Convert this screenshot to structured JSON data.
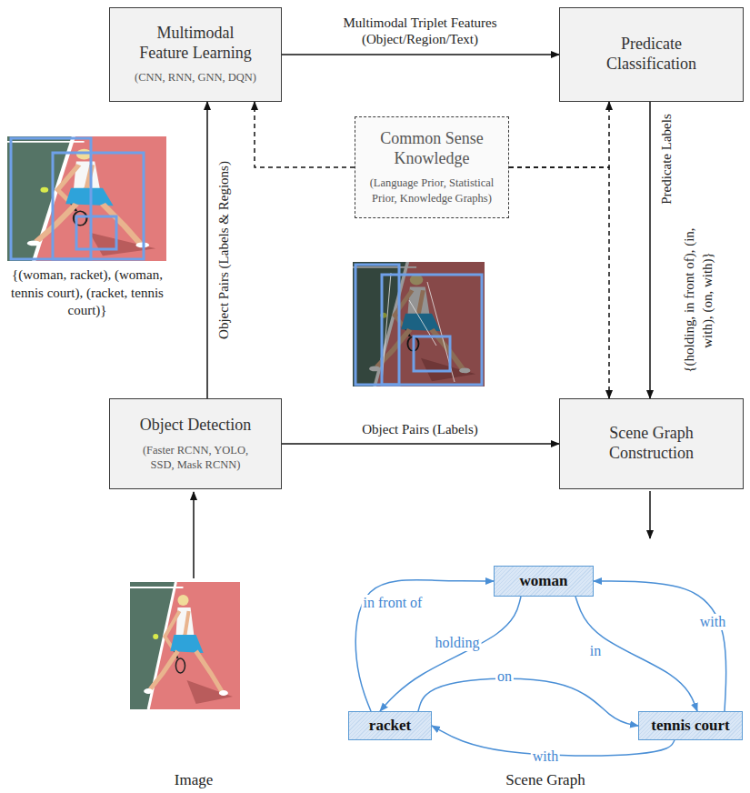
{
  "diagram": {
    "nodes": [
      {
        "text": [
          "Multimodal Feature Learning",
          "(CNN, RNN, GNN, DQN)"
        ]
      },
      {
        "text": [
          "Predicate Classification"
        ]
      },
      {
        "text": [
          "Common Sense Knowledge",
          "(Language Prior, Statistical Prior, Knowledge Graphs)"
        ]
      },
      {
        "text": [
          "Object Detection",
          "(Faster RCNN, YOLO, SSD, Mask RCNN)"
        ]
      },
      {
        "text": [
          "Scene Graph Construction"
        ]
      },
      {
        "text": [
          "woman"
        ]
      },
      {
        "text": [
          "racket"
        ]
      },
      {
        "text": [
          "tennis court"
        ]
      }
    ],
    "edges": [
      {
        "from": 0,
        "to": 1,
        "arrow": "to",
        "label": "Multimodal Triplet Features (Object/Region/Text)"
      },
      {
        "from": 3,
        "to": 0,
        "arrow": "to",
        "label": "Object Pairs (Labels & Regions)"
      },
      {
        "from": 3,
        "to": 4,
        "arrow": "to",
        "label": "Object Pairs (Labels)"
      },
      {
        "from": 1,
        "to": 4,
        "arrow": "to",
        "label": "Predicate Labels"
      },
      {
        "from": 2,
        "to": 0,
        "arrow": "to"
      },
      {
        "from": 2,
        "to": 1,
        "arrow": "to"
      },
      {
        "from": 2,
        "to": 4,
        "arrow": "to"
      },
      {
        "from": 5,
        "to": 6,
        "arrow": "to",
        "label": "holding"
      },
      {
        "from": 6,
        "to": 5,
        "arrow": "to",
        "label": "in front of"
      },
      {
        "from": 5,
        "to": 7,
        "arrow": "to",
        "label": "in"
      },
      {
        "from": 7,
        "to": 5,
        "arrow": "to",
        "label": "with"
      },
      {
        "from": 6,
        "to": 7,
        "arrow": "to",
        "label": "on"
      },
      {
        "from": 7,
        "to": 6,
        "arrow": "to",
        "label": "with"
      }
    ],
    "labels": [
      "{(woman, racket), (woman, tennis court), (racket, tennis court)}",
      "{(holding, in front of), (in, with), (on, with)}",
      "Image",
      "Scene Graph"
    ]
  }
}
